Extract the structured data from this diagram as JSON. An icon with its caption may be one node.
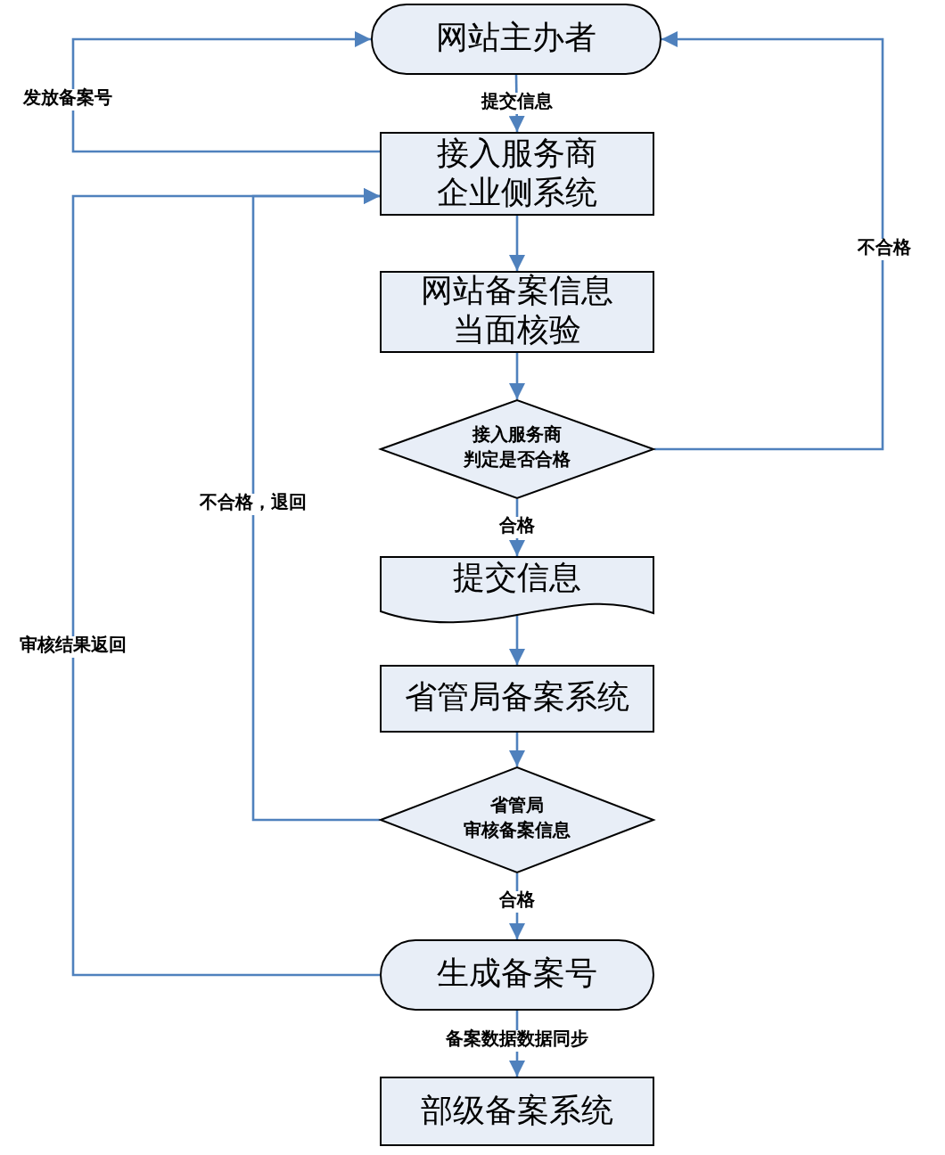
{
  "diagram": {
    "nodes": [
      {
        "text": [
          "网站主办者"
        ]
      },
      {
        "text": [
          "接入服务商",
          "企业侧系统"
        ]
      },
      {
        "text": [
          "网站备案信息",
          "当面核验"
        ]
      },
      {
        "text": [
          "接入服务商",
          "判定是否合格"
        ]
      },
      {
        "text": [
          "提交信息"
        ]
      },
      {
        "text": [
          "省管局备案系统"
        ]
      },
      {
        "text": [
          "省管局",
          "审核备案信息"
        ]
      },
      {
        "text": [
          "生成备案号"
        ]
      },
      {
        "text": [
          "部级备案系统"
        ]
      }
    ],
    "edges": [
      {
        "from": 0,
        "to": 1,
        "arrow": "to",
        "label": "提交信息"
      },
      {
        "from": 1,
        "to": 2,
        "arrow": "to"
      },
      {
        "from": 2,
        "to": 3,
        "arrow": "to"
      },
      {
        "from": 3,
        "to": 0,
        "arrow": "to",
        "label": "不合格"
      },
      {
        "from": 3,
        "to": 4,
        "arrow": "to",
        "label": "合格"
      },
      {
        "from": 4,
        "to": 5,
        "arrow": "to"
      },
      {
        "from": 5,
        "to": 6,
        "arrow": "to"
      },
      {
        "from": 6,
        "to": 1,
        "arrow": "to",
        "label": "不合格，退回"
      },
      {
        "from": 6,
        "to": 7,
        "arrow": "to",
        "label": "合格"
      },
      {
        "from": 7,
        "to": 1,
        "arrow": "to",
        "label": "审核结果返回"
      },
      {
        "from": 1,
        "to": 0,
        "arrow": "to",
        "label": "发放备案号"
      },
      {
        "from": 7,
        "to": 8,
        "arrow": "to",
        "label": "备案数据数据同步"
      }
    ]
  }
}
